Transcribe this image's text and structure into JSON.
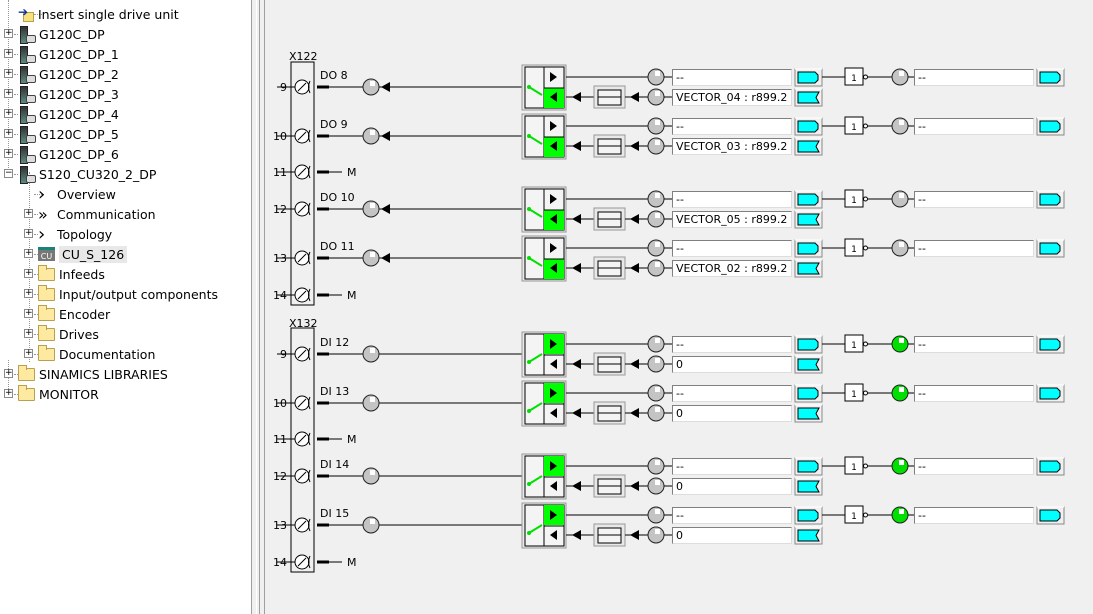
{
  "tree": {
    "items": [
      {
        "label": "Insert single drive unit",
        "icon": "insert-drive-icon",
        "level": 1
      },
      {
        "label": "G120C_DP",
        "icon": "drive-unit-icon",
        "level": 0,
        "expand": "+"
      },
      {
        "label": "G120C_DP_1",
        "icon": "drive-unit-icon",
        "level": 0,
        "expand": "+"
      },
      {
        "label": "G120C_DP_2",
        "icon": "drive-unit-icon",
        "level": 0,
        "expand": "+"
      },
      {
        "label": "G120C_DP_3",
        "icon": "drive-unit-icon",
        "level": 0,
        "expand": "+"
      },
      {
        "label": "G120C_DP_4",
        "icon": "drive-unit-icon",
        "level": 0,
        "expand": "+"
      },
      {
        "label": "G120C_DP_5",
        "icon": "drive-unit-icon",
        "level": 0,
        "expand": "+"
      },
      {
        "label": "G120C_DP_6",
        "icon": "drive-unit-icon",
        "level": 0,
        "expand": "+"
      },
      {
        "label": "S120_CU320_2_DP",
        "icon": "drive-unit-icon",
        "level": 0,
        "expand": "-"
      },
      {
        "label": "Overview",
        "icon": "chevron-icon",
        "level": 1
      },
      {
        "label": "Communication",
        "icon": "double-chevron-icon",
        "level": 1,
        "expand": "+"
      },
      {
        "label": "Topology",
        "icon": "chevron-icon",
        "level": 1,
        "expand": "+"
      },
      {
        "label": "CU_S_126",
        "icon": "cu-icon",
        "level": 1,
        "expand": "+",
        "selected": true
      },
      {
        "label": "Infeeds",
        "icon": "folder-icon",
        "level": 1,
        "expand": "+"
      },
      {
        "label": "Input/output components",
        "icon": "folder-icon",
        "level": 1,
        "expand": "+"
      },
      {
        "label": "Encoder",
        "icon": "folder-icon",
        "level": 1,
        "expand": "+"
      },
      {
        "label": "Drives",
        "icon": "folder-icon",
        "level": 1,
        "expand": "+"
      },
      {
        "label": "Documentation",
        "icon": "folder-icon",
        "level": 1,
        "expand": "+"
      },
      {
        "label": "SINAMICS LIBRARIES",
        "icon": "folder-icon",
        "level": 0,
        "expand": "+"
      },
      {
        "label": "MONITOR",
        "icon": "folder-icon",
        "level": 0,
        "expand": "+"
      }
    ]
  },
  "connectors": [
    {
      "name": "X122",
      "terminals": [
        {
          "pin": "9",
          "signal": "DO 8",
          "type": "DO",
          "src": "--",
          "sink": "VECTOR_04 : r899.2 : C",
          "led": "off"
        },
        {
          "pin": "10",
          "signal": "DO 9",
          "type": "DO",
          "src": "--",
          "sink": "VECTOR_03 : r899.2 : C",
          "led": "off"
        },
        {
          "pin": "11",
          "signal": "M",
          "type": "M"
        },
        {
          "pin": "12",
          "signal": "DO 10",
          "type": "DO",
          "src": "--",
          "sink": "VECTOR_05 : r899.2 : C",
          "led": "off"
        },
        {
          "pin": "13",
          "signal": "DO 11",
          "type": "DO",
          "src": "--",
          "sink": "VECTOR_02 : r899.2 : C",
          "led": "off"
        },
        {
          "pin": "14",
          "signal": "M",
          "type": "M"
        }
      ]
    },
    {
      "name": "X132",
      "terminals": [
        {
          "pin": "9",
          "signal": "DI 12",
          "type": "DI",
          "src": "--",
          "sink": "0",
          "led": "on"
        },
        {
          "pin": "10",
          "signal": "DI 13",
          "type": "DI",
          "src": "--",
          "sink": "0",
          "led": "on"
        },
        {
          "pin": "11",
          "signal": "M",
          "type": "M"
        },
        {
          "pin": "12",
          "signal": "DI 14",
          "type": "DI",
          "src": "--",
          "sink": "0",
          "led": "on"
        },
        {
          "pin": "13",
          "signal": "DI 15",
          "type": "DI",
          "src": "--",
          "sink": "0",
          "led": "on"
        },
        {
          "pin": "14",
          "signal": "M",
          "type": "M"
        }
      ]
    }
  ],
  "inverter_label": "1",
  "inverted_output_value": "--",
  "colors": {
    "active": "#00ff00",
    "connector": "#00ffff",
    "inactive": "#c8c8c8"
  }
}
